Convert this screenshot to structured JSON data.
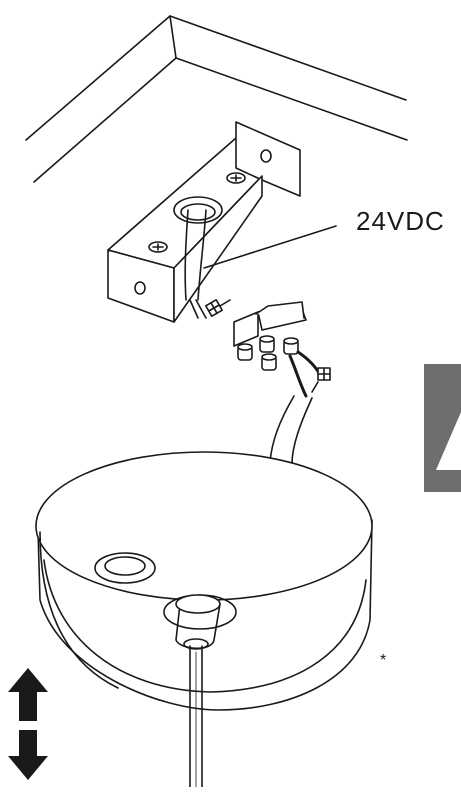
{
  "labels": {
    "voltage": "24VDC",
    "note_marker": "*"
  },
  "icons": [
    "ceiling-outline",
    "mounting-bracket",
    "screw-icon",
    "cable-grommet",
    "wire-connector",
    "terminal-block",
    "ceiling-canopy",
    "pendant-cord",
    "warning-triangle-icon",
    "up-down-arrow-icon"
  ],
  "colors": {
    "line": "#1a1a1a",
    "warning_panel": "#6e6e6e",
    "background": "#ffffff"
  }
}
